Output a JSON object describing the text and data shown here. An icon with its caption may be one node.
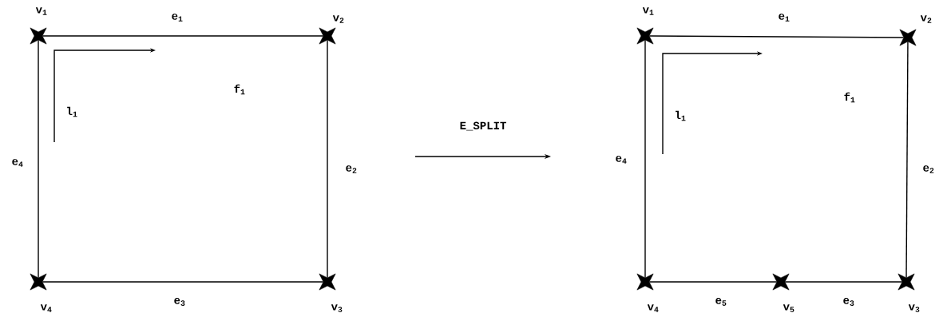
{
  "diagram": {
    "nodes": [
      {
        "text": [
          "v$_{1}$"
        ]
      },
      {
        "text": [
          "v$_{2}$"
        ]
      },
      {
        "text": [
          "v$_{3}$"
        ]
      },
      {
        "text": [
          "v$_{4}$"
        ]
      },
      {
        "text": [
          "v$_{1}$"
        ]
      },
      {
        "text": [
          "v$_{2}$"
        ]
      },
      {
        "text": [
          "v$_{3}$"
        ]
      },
      {
        "text": [
          "v$_{4}$"
        ]
      },
      {
        "text": [
          "v$_{5}$"
        ]
      }
    ],
    "edges": [
      {
        "from": 0,
        "to": 1,
        "arrow": "none",
        "label": "e$_{1}$"
      },
      {
        "from": 1,
        "to": 2,
        "arrow": "none",
        "label": "e$_{2}$"
      },
      {
        "from": 3,
        "to": 2,
        "arrow": "none",
        "label": "e$_{3}$"
      },
      {
        "from": 0,
        "to": 3,
        "arrow": "none",
        "label": "e$_{4}$"
      },
      {
        "from": 4,
        "to": 5,
        "arrow": "none",
        "label": "e$_{1}$"
      },
      {
        "from": 5,
        "to": 6,
        "arrow": "none",
        "label": "e$_{2}$"
      },
      {
        "from": 7,
        "to": 8,
        "arrow": "none",
        "label": "e$_{5}$"
      },
      {
        "from": 8,
        "to": 6,
        "arrow": "none",
        "label": "e$_{3}$"
      },
      {
        "from": 4,
        "to": 7,
        "arrow": "none",
        "label": "e$_{4}$"
      }
    ],
    "labels": [
      "f$_{1}$",
      "l$_{1}$",
      "E_SPLIT",
      "f$_{1}$",
      "l$_{1}$"
    ]
  }
}
